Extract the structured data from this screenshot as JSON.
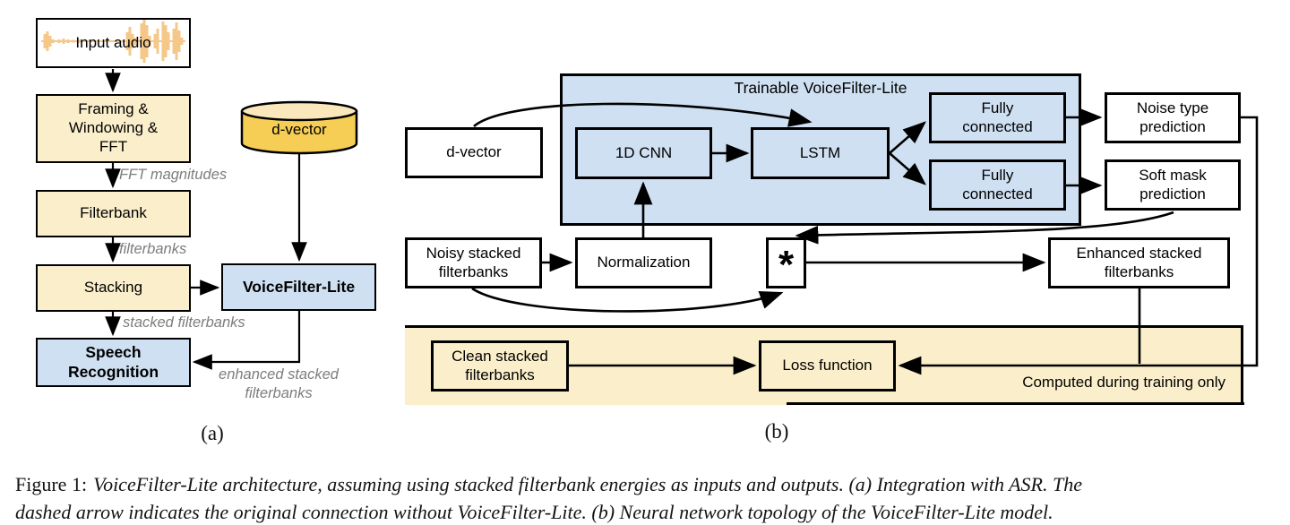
{
  "panel_a": {
    "label": "(a)",
    "boxes": {
      "input_audio": "Input audio",
      "framing": "Framing &\nWindowing &\nFFT",
      "filterbank": "Filterbank",
      "stacking": "Stacking",
      "speech_recognition": "Speech\nRecognition",
      "voicefilter_lite": "VoiceFilter-Lite",
      "d_vector": "d-vector"
    },
    "edge_labels": {
      "fft_magnitudes": "FFT magnitudes",
      "filterbanks": "filterbanks",
      "stacked_filterbanks": "stacked filterbanks",
      "enhanced_stacked_filterbanks": "enhanced stacked\nfilterbanks"
    }
  },
  "panel_b": {
    "label": "(b)",
    "region_title": "Trainable VoiceFilter-Lite",
    "training_note": "Computed during training only",
    "boxes": {
      "d_vector": "d-vector",
      "cnn": "1D CNN",
      "lstm": "LSTM",
      "fully_connected_top": "Fully\nconnected",
      "fully_connected_bottom": "Fully\nconnected",
      "noise_type_prediction": "Noise type\nprediction",
      "soft_mask_prediction": "Soft mask\nprediction",
      "noisy_stacked": "Noisy stacked\nfilterbanks",
      "normalization": "Normalization",
      "multiply": "*",
      "enhanced_stacked": "Enhanced stacked\nfilterbanks",
      "clean_stacked": "Clean stacked\nfilterbanks",
      "loss_function": "Loss function"
    }
  },
  "caption": {
    "prefix": "Figure 1:",
    "line1": "VoiceFilter-Lite architecture, assuming using stacked filterbank energies as inputs and outputs. (a) Integration with ASR. The",
    "line2": "dashed arrow indicates the original connection without VoiceFilter-Lite. (b) Neural network topology of the VoiceFilter-Lite model."
  },
  "colors": {
    "yellow_fill": "#FBEFCB",
    "blue_fill": "#CFE0F2",
    "gold_fill": "#F6CE55",
    "gold_top": "#FAE8BC",
    "waveform_orange": "#F5C88A",
    "label_gray": "#7D7D7D",
    "line_black": "#000000"
  }
}
